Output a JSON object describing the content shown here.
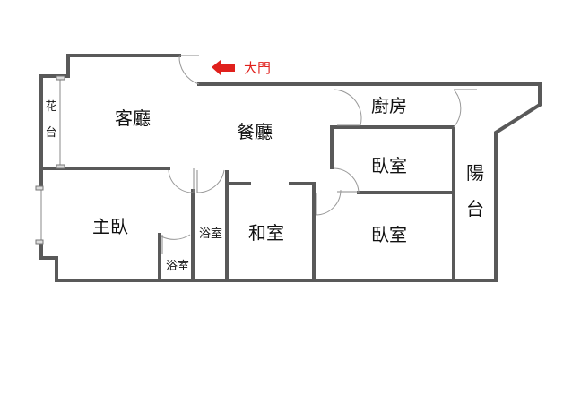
{
  "rooms": {
    "living": "客廳",
    "dining": "餐廳",
    "kitchen": "廚房",
    "bedroom_1": "臥室",
    "bedroom_2": "臥室",
    "balcony_1": "陽",
    "balcony_2": "台",
    "master_bedroom": "主臥",
    "bathroom_1": "浴室",
    "bathroom_2": "浴室",
    "japanese_room": "和室",
    "planter_1": "花",
    "planter_2": "台"
  },
  "entrance": {
    "label": "大門",
    "color": "#e0201c",
    "icon": "arrow-left-icon"
  },
  "colors": {
    "wall": "#595959"
  }
}
